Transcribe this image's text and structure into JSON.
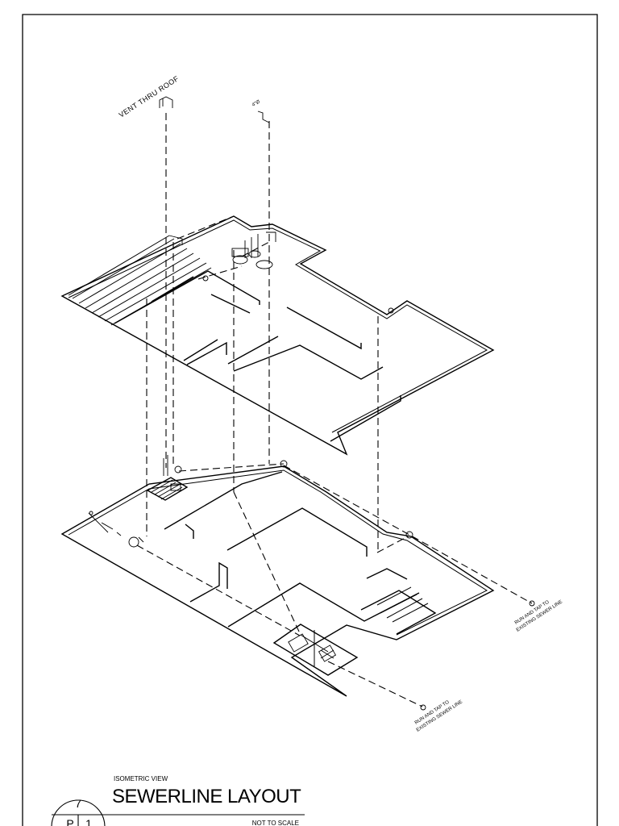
{
  "drawing": {
    "vent_label": "VENT THRU ROOF",
    "vent_small_label": "4\"Ø",
    "run_tap_label_right_1": "RUN AND TAP TO",
    "run_tap_label_right_2": "EXISTING SEWER LINE",
    "run_tap_label_bottom_1": "RUN AND TAP TO",
    "run_tap_label_bottom_2": "EXISTING SEWER LINE"
  },
  "title_block": {
    "view_type": "ISOMETRIC VIEW",
    "title": "SEWERLINE LAYOUT",
    "scale_note": "NOT TO SCALE",
    "detail_number": "7",
    "sheet_prefix": "P",
    "sheet_number": "1"
  },
  "colors": {
    "line": "#000000",
    "background": "#ffffff"
  }
}
